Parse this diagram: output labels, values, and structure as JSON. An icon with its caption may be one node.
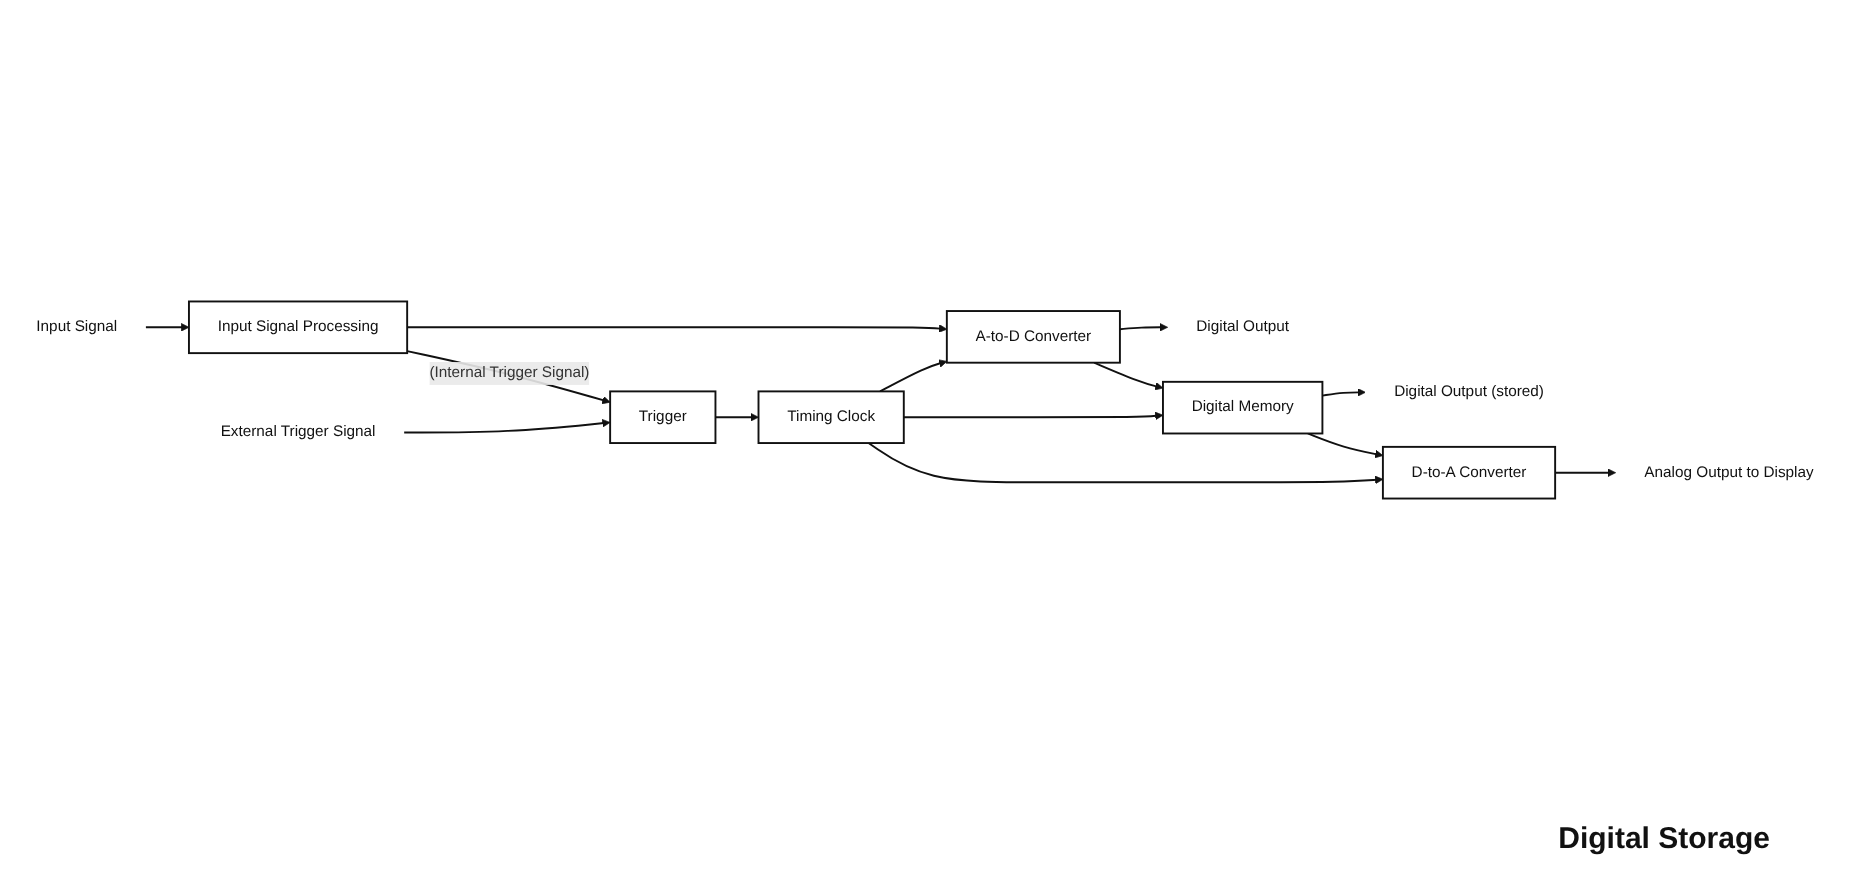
{
  "diagram": {
    "nodes": [
      {
        "text": [
          "Digital Output"
        ]
      },
      {
        "text": [
          "Digital Output (stored)"
        ]
      },
      {
        "text": [
          "Input Signal"
        ]
      },
      {
        "text": [
          "Input Signal Processing"
        ]
      },
      {
        "text": [
          "A-to-D Converter"
        ]
      },
      {
        "text": [
          "Digital Memory"
        ]
      },
      {
        "text": [
          "D-to-A Converter"
        ]
      },
      {
        "text": [
          "Analog Output to Display"
        ]
      },
      {
        "text": [
          "External Trigger Signal"
        ]
      },
      {
        "text": [
          "Trigger"
        ]
      },
      {
        "text": [
          "Timing Clock"
        ]
      }
    ],
    "edges": [
      {
        "from": 2,
        "to": 3,
        "arrow": "to"
      },
      {
        "from": 3,
        "to": 4,
        "arrow": "to"
      },
      {
        "from": 4,
        "to": 5,
        "arrow": "to"
      },
      {
        "from": 4,
        "to": 0,
        "arrow": "to"
      },
      {
        "from": 5,
        "to": 6,
        "arrow": "to"
      },
      {
        "from": 5,
        "to": 1,
        "arrow": "to"
      },
      {
        "from": 6,
        "to": 7,
        "arrow": "to"
      },
      {
        "from": 3,
        "to": 9,
        "arrow": "to",
        "label": "(Internal Trigger Signal)"
      },
      {
        "from": 8,
        "to": 9,
        "arrow": "to"
      },
      {
        "from": 9,
        "to": 10,
        "arrow": "to"
      },
      {
        "from": 10,
        "to": 4,
        "arrow": "to"
      },
      {
        "from": 10,
        "to": 5,
        "arrow": "to"
      },
      {
        "from": 10,
        "to": 6,
        "arrow": "to"
      }
    ],
    "labels": [
      "Digital Storage"
    ]
  }
}
